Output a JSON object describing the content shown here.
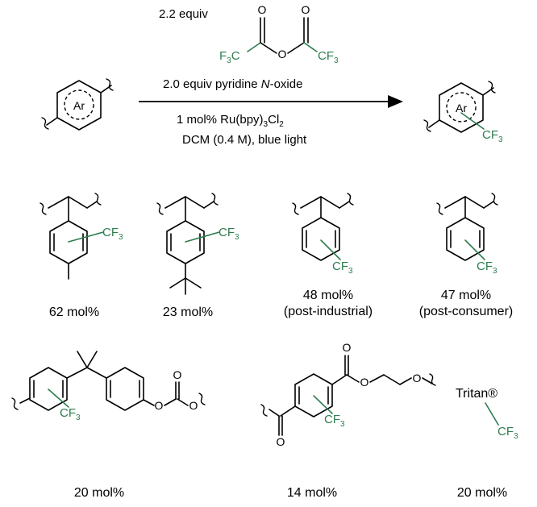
{
  "reagents": {
    "line1_equiv": "2.2 equiv",
    "line2": "2.0 equiv pyridine N-oxide",
    "line2_prefix": "2.0 equiv pyridine ",
    "line2_italic": "N",
    "line2_suffix": "-oxide",
    "line3": "1 mol% Ru(bpy)3Cl2",
    "line3_a": "1 mol% Ru(bpy)",
    "line3_sub1": "3",
    "line3_b": "Cl",
    "line3_sub2": "2",
    "line4": "DCM (0.4 M), blue light",
    "anhydride": {
      "O": "O",
      "left": "F",
      "left_sub": "3",
      "left_c": "C",
      "right": "CF",
      "right_sub": "3"
    }
  },
  "substrate_label": "Ar",
  "product_label": "Ar",
  "cf3": {
    "text": "CF",
    "sub": "3"
  },
  "products": [
    {
      "label": "62 mol%"
    },
    {
      "label": "23 mol%"
    },
    {
      "label": "48 mol%",
      "note": "(post-industrial)"
    },
    {
      "label": "47 mol%",
      "note": "(post-consumer)"
    },
    {
      "label": "20 mol%"
    },
    {
      "label": "14 mol%"
    },
    {
      "label": "20 mol%",
      "name": "Tritan®"
    }
  ],
  "colors": {
    "cf3_green": "#2e7d4f",
    "ink": "#000000"
  }
}
